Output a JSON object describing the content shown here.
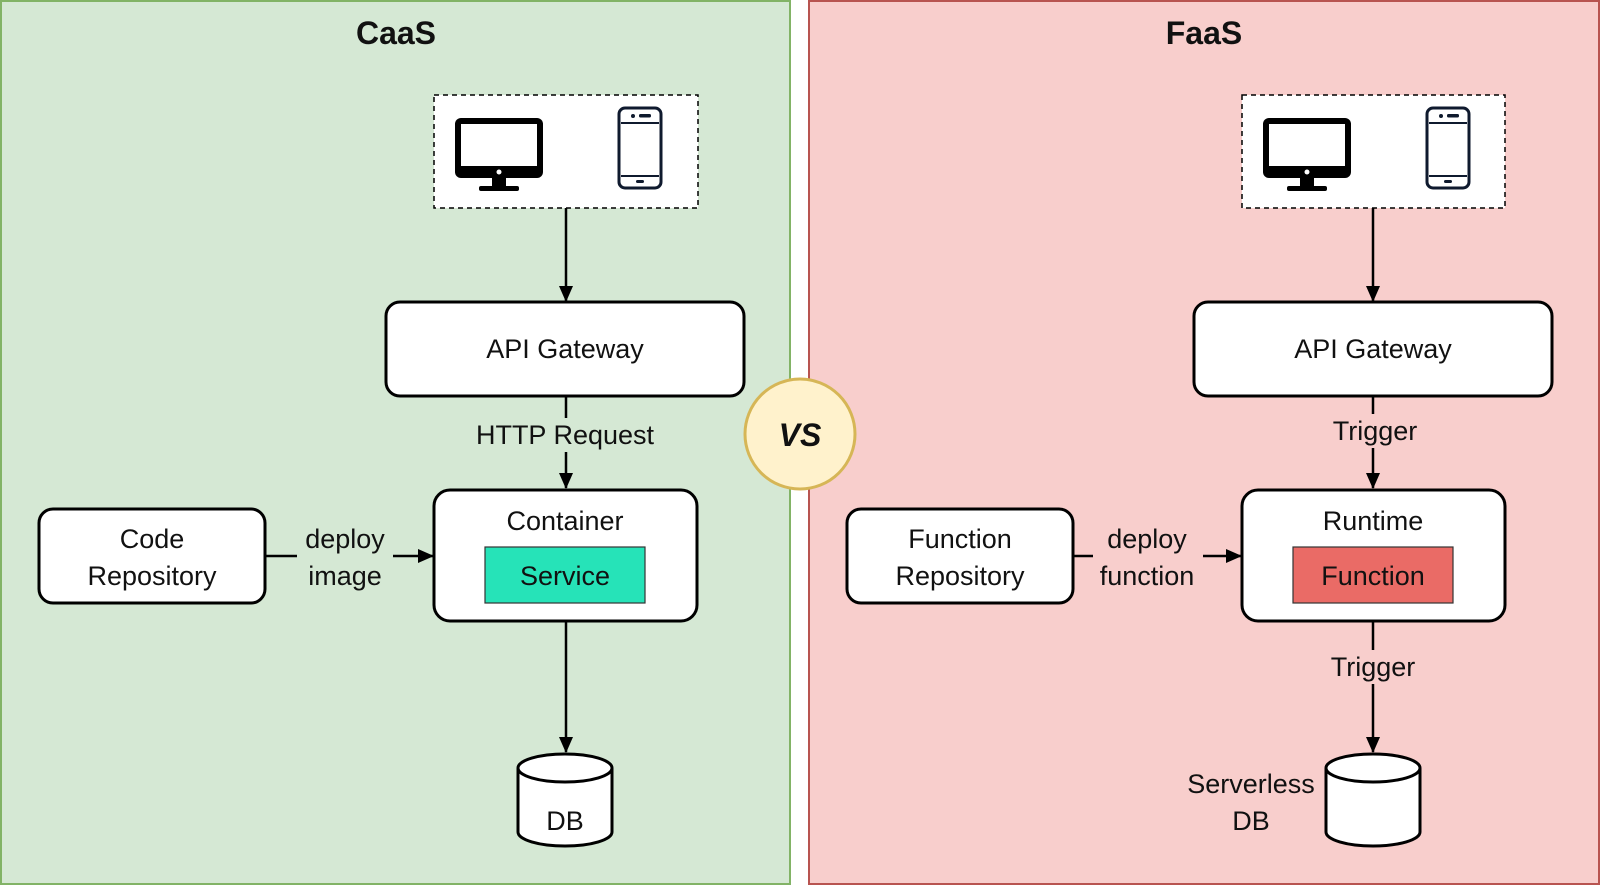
{
  "caas": {
    "title": "CaaS",
    "gateway": "API Gateway",
    "request_label": "HTTP Request",
    "repo_line1": "Code",
    "repo_line2": "Repository",
    "deploy_line1": "deploy",
    "deploy_line2": "image",
    "container": "Container",
    "service": "Service",
    "db": "DB"
  },
  "faas": {
    "title": "FaaS",
    "gateway": "API Gateway",
    "trigger_in": "Trigger",
    "repo_line1": "Function",
    "repo_line2": "Repository",
    "deploy_line1": "deploy",
    "deploy_line2": "function",
    "runtime": "Runtime",
    "function": "Function",
    "trigger_out": "Trigger",
    "db_line1": "Serverless",
    "db_line2": "DB"
  },
  "vs_label": "VS",
  "colors": {
    "caas_bg": "#d5e8d4",
    "caas_border": "#82b366",
    "faas_bg": "#f8cecc",
    "faas_border": "#b85450",
    "service_fill": "#26e3b8",
    "function_fill": "#ea6b66",
    "vs_fill": "#fff2cc",
    "vs_border": "#d6b656"
  },
  "icons": [
    "desktop-monitor-icon",
    "smartphone-icon"
  ]
}
